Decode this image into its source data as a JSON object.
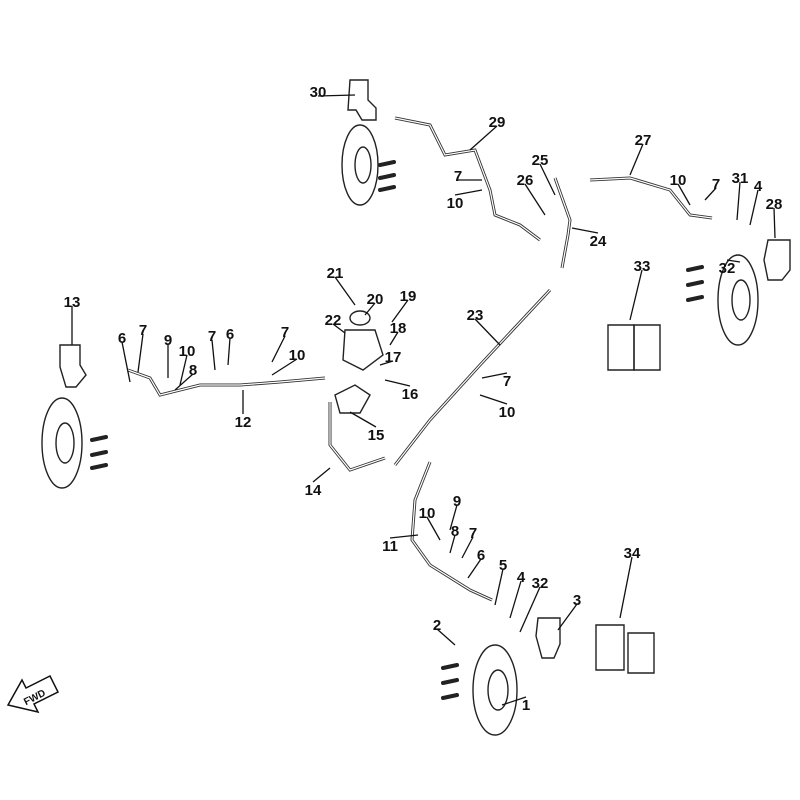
{
  "diagram": {
    "title": "Brake system exploded view",
    "fwd_label": "FWD",
    "callouts": [
      "30",
      "29",
      "27",
      "25",
      "7",
      "26",
      "10",
      "10",
      "7",
      "31",
      "4",
      "28",
      "24",
      "33",
      "32",
      "21",
      "20",
      "19",
      "22",
      "18",
      "23",
      "13",
      "6",
      "7",
      "9",
      "10",
      "7",
      "6",
      "7",
      "10",
      "8",
      "17",
      "16",
      "7",
      "10",
      "12",
      "15",
      "14",
      "9",
      "10",
      "8",
      "7",
      "11",
      "6",
      "5",
      "4",
      "32",
      "34",
      "3",
      "2",
      "1"
    ]
  }
}
